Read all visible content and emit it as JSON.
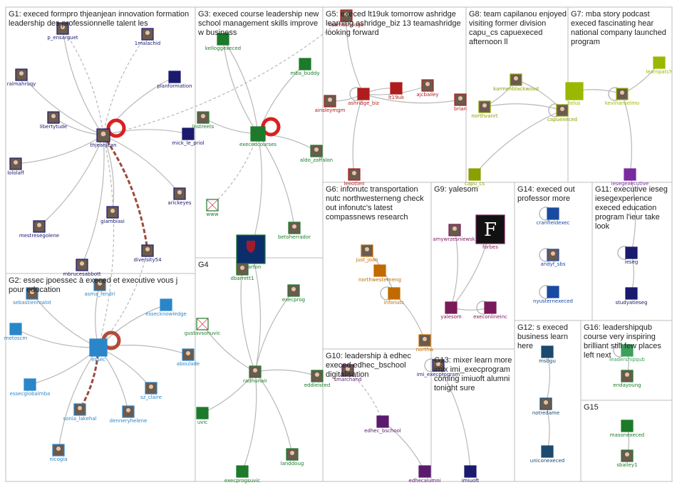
{
  "groups": [
    {
      "id": "G1",
      "title": "G1: execed formpro thjeanjean innovation formation leadership des professionnelle talent les"
    },
    {
      "id": "G2",
      "title": "G2: essec jpoessec à execed et executive vous j pour education"
    },
    {
      "id": "G3",
      "title": "G3: execed course leadership new school management skills improve w business"
    },
    {
      "id": "G4",
      "title": "G4"
    },
    {
      "id": "G5",
      "title": "G5: execed lt19uk tomorrow ashridge learning ashridge_biz 13 teamashridge looking forward"
    },
    {
      "id": "G6",
      "title": "G6: infonutc transportation nutc northwesterneng check out infonutc's latest compassnews research"
    },
    {
      "id": "G7",
      "title": "G7: mba story podcast execed fascinating hear national company launched program"
    },
    {
      "id": "G8",
      "title": "G8: team capilanou enjoyed visiting former division capu_cs capuexeced afternoon ll"
    },
    {
      "id": "G9",
      "title": "G9: yalesom"
    },
    {
      "id": "G10",
      "title": "G10: leadership à edhec execed edhec_bschool digitalisation"
    },
    {
      "id": "G11",
      "title": "G11: executive ieseg iesegexperience execed education program l'ieur take look"
    },
    {
      "id": "G12",
      "title": "G12: s execed business learn here"
    },
    {
      "id": "G13",
      "title": "G13: mixer learn more imix imi_execprogram coming imiuoft alumni tonight sure"
    },
    {
      "id": "G14",
      "title": "G14: execed out professor more"
    },
    {
      "id": "G15",
      "title": "G15"
    },
    {
      "id": "G16",
      "title": "G16: leadershipqub course very inspiring brilliant still few places left next"
    }
  ],
  "nodes": [
    {
      "id": "p_ensarguet",
      "label": "p_ensarguet",
      "color": "#1a1a6e",
      "icon": "avatar"
    },
    {
      "id": "1malachid",
      "label": "1malachid",
      "color": "#1a1a6e",
      "icon": "avatar"
    },
    {
      "id": "ralmahruqy",
      "label": "ralmahruqy",
      "color": "#1a1a6e",
      "icon": "avatar"
    },
    {
      "id": "planformation",
      "label": "planformation",
      "color": "#1a1a6e",
      "icon": "logo"
    },
    {
      "id": "libertytude",
      "label": "libertytude",
      "color": "#1a1a6e",
      "icon": "avatar"
    },
    {
      "id": "thjeanjean",
      "label": "thjeanjean",
      "color": "#1a1a6e",
      "icon": "avatar"
    },
    {
      "id": "mick_le_priol",
      "label": "mick_le_priol",
      "color": "#1a1a6e",
      "icon": "logo"
    },
    {
      "id": "lololaff",
      "label": "lololaff",
      "color": "#1a1a6e",
      "icon": "avatar"
    },
    {
      "id": "arickeyes",
      "label": "arickeyes",
      "color": "#1a1a6e",
      "icon": "avatar"
    },
    {
      "id": "giambiasi",
      "label": "giambiasi",
      "color": "#1a1a6e",
      "icon": "avatar"
    },
    {
      "id": "mestresegolene",
      "label": "mestresegolene",
      "color": "#1a1a6e",
      "icon": "avatar"
    },
    {
      "id": "diversity54",
      "label": "diversity54",
      "color": "#1a1a6e",
      "icon": "avatar"
    },
    {
      "id": "mbrucesabbott",
      "label": "mbrucesabbott",
      "color": "#1a1a6e",
      "icon": "avatar"
    },
    {
      "id": "asma_fendri",
      "label": "asma_fendri",
      "color": "#2b86c9",
      "icon": "avatar"
    },
    {
      "id": "sebastienmalot",
      "label": "sebastienmalot",
      "color": "#2b86c9",
      "icon": "avatar"
    },
    {
      "id": "essecknowledge",
      "label": "essecknowledge",
      "color": "#2b86c9",
      "icon": "logo"
    },
    {
      "id": "metoscm",
      "label": "metoscm",
      "color": "#2b86c9",
      "icon": "logo"
    },
    {
      "id": "essec",
      "label": "essec",
      "color": "#2b86c9",
      "icon": "logo"
    },
    {
      "id": "aboulade",
      "label": "aboulade",
      "color": "#2b86c9",
      "icon": "avatar"
    },
    {
      "id": "essecglobalmba",
      "label": "essecglobalmba",
      "color": "#2b86c9",
      "icon": "logo"
    },
    {
      "id": "sz_claire",
      "label": "sz_claire",
      "color": "#2b86c9",
      "icon": "avatar"
    },
    {
      "id": "sonia_lakehal",
      "label": "sonia_lakehal",
      "color": "#2b86c9",
      "icon": "avatar"
    },
    {
      "id": "dennerylene",
      "label": "denneryhelene",
      "color": "#2b86c9",
      "icon": "avatar"
    },
    {
      "id": "nicogia",
      "label": "nicogia",
      "color": "#2b86c9",
      "icon": "avatar"
    },
    {
      "id": "kelloggexeced",
      "label": "kelloggexeced",
      "color": "#1c7a2a",
      "icon": "logo"
    },
    {
      "id": "mba_buddy",
      "label": "mba_buddy",
      "color": "#1c7a2a",
      "icon": "logo"
    },
    {
      "id": "lnstreets",
      "label": "lnstreets",
      "color": "#1c7a2a",
      "icon": "avatar"
    },
    {
      "id": "execedcourses",
      "label": "execedcourses",
      "color": "#1c7a2a",
      "icon": "logo"
    },
    {
      "id": "aldo_zaffalon",
      "label": "aldo_zaffalon",
      "color": "#1c7a2a",
      "icon": "avatar"
    },
    {
      "id": "www",
      "label": "www",
      "color": "#1c7a2a",
      "icon": "missing"
    },
    {
      "id": "wharton",
      "label": "wharton",
      "color": "#1c7a2a",
      "icon": "wharton"
    },
    {
      "id": "betoherrador",
      "label": "betoherrador",
      "color": "#1c7a2a",
      "icon": "avatar"
    },
    {
      "id": "dbarrett1",
      "label": "dbarrett1",
      "color": "#1c7a2a",
      "icon": "avatar"
    },
    {
      "id": "execprog",
      "label": "execprog",
      "color": "#1c7a2a",
      "icon": "avatar"
    },
    {
      "id": "gustavsonuvic",
      "label": "gustavsonuvic",
      "color": "#1c7a2a",
      "icon": "missing"
    },
    {
      "id": "radhunair",
      "label": "radhunair",
      "color": "#1c7a2a",
      "icon": "avatar"
    },
    {
      "id": "uvic",
      "label": "uvic",
      "color": "#1c7a2a",
      "icon": "logo"
    },
    {
      "id": "landdoug",
      "label": "landdoug",
      "color": "#1c7a2a",
      "icon": "avatar"
    },
    {
      "id": "execprogsuvic",
      "label": "execprogsuvic",
      "color": "#1c7a2a",
      "icon": "logo"
    },
    {
      "id": "teamashridge",
      "label": "teamashridge",
      "color": "#b01c1c",
      "icon": "avatar"
    },
    {
      "id": "ainsleymgm",
      "label": "ainsleymgm",
      "color": "#b01c1c",
      "icon": "avatar"
    },
    {
      "id": "ashridge_biz",
      "label": "ashridge_biz",
      "color": "#b01c1c",
      "icon": "logo"
    },
    {
      "id": "lt19uk",
      "label": "lt19uk",
      "color": "#b01c1c",
      "icon": "logo"
    },
    {
      "id": "ajcbailey",
      "label": "ajcbailey",
      "color": "#b01c1c",
      "icon": "avatar"
    },
    {
      "id": "brian",
      "label": "brian",
      "color": "#b01c1c",
      "icon": "avatar"
    },
    {
      "id": "leeotten",
      "label": "leeotten",
      "color": "#b01c1c",
      "icon": "avatar"
    },
    {
      "id": "northwesterneng",
      "label": "northwesterneng",
      "color": "#c06a00",
      "icon": "logo"
    },
    {
      "id": "just_joan",
      "label": "just_joan",
      "color": "#c06a00",
      "icon": "avatar"
    },
    {
      "id": "infonutc",
      "label": "infonutc",
      "color": "#c06a00",
      "icon": "logo"
    },
    {
      "id": "northw",
      "label": "northw",
      "color": "#c06a00",
      "icon": "avatar"
    },
    {
      "id": "karmenblackwood",
      "label": "karmenblackwood",
      "color": "#8aa000",
      "icon": "avatar"
    },
    {
      "id": "northvanrt",
      "label": "northvanrt",
      "color": "#8aa000",
      "icon": "avatar"
    },
    {
      "id": "capuexeced",
      "label": "capuexeced",
      "color": "#8aa000",
      "icon": "avatar"
    },
    {
      "id": "capu_cs",
      "label": "capu_cs",
      "color": "#8aa000",
      "icon": "logo"
    },
    {
      "id": "learnpatch",
      "label": "learnpatch",
      "color": "#9ab800",
      "icon": "logo"
    },
    {
      "id": "telus",
      "label": "telus",
      "color": "#9ab800",
      "icon": "logo"
    },
    {
      "id": "kevinanselmo",
      "label": "kevinanselmo",
      "color": "#9ab800",
      "icon": "avatar"
    },
    {
      "id": "amywrzesniewski",
      "label": "amywrzesniewski",
      "color": "#7a1a5a",
      "icon": "avatar"
    },
    {
      "id": "forbes",
      "label": "forbes",
      "color": "#7a1a5a",
      "icon": "forbes"
    },
    {
      "id": "yalesom",
      "label": "yalesom",
      "color": "#7a1a5a",
      "icon": "logo"
    },
    {
      "id": "execonlineinc",
      "label": "execonlineinc",
      "color": "#7a1a5a",
      "icon": "logo"
    },
    {
      "id": "smarchand",
      "label": "smarchand",
      "color": "#5a1a6e",
      "icon": "avatar"
    },
    {
      "id": "edhec_bschool",
      "label": "edhec_bschool",
      "color": "#5a1a6e",
      "icon": "logo"
    },
    {
      "id": "edhecalumni",
      "label": "edhecalumni",
      "color": "#5a1a6e",
      "icon": "logo"
    },
    {
      "id": "eddieisted",
      "label": "eddieisted",
      "color": "#1c7a2a",
      "icon": "avatar"
    },
    {
      "id": "imi_execprogram",
      "label": "imi_execprogram",
      "color": "#1a1a6e",
      "icon": "avatar"
    },
    {
      "id": "imiuoft",
      "label": "imiuoft",
      "color": "#1a1a6e",
      "icon": "logo"
    },
    {
      "id": "cranfieldexec",
      "label": "cranfieldexec",
      "color": "#1a4aa0",
      "icon": "logo"
    },
    {
      "id": "andyf_sbs",
      "label": "andyf_sbs",
      "color": "#1a4aa0",
      "icon": "avatar"
    },
    {
      "id": "nyusternexeced",
      "label": "nyusternexeced",
      "color": "#1a4aa0",
      "icon": "logo"
    },
    {
      "id": "iesegexecutive",
      "label": "iesegexecutive",
      "color": "#7a2aa0",
      "icon": "logo"
    },
    {
      "id": "ieseg",
      "label": "ieseg",
      "color": "#1a1a6e",
      "icon": "logo"
    },
    {
      "id": "studyatieseg",
      "label": "studyatieseg",
      "color": "#1a1a6e",
      "icon": "logo"
    },
    {
      "id": "msbgu",
      "label": "msbgu",
      "color": "#1a4a6e",
      "icon": "logo"
    },
    {
      "id": "notredame",
      "label": "notredame",
      "color": "#1a4a6e",
      "icon": "avatar"
    },
    {
      "id": "uniconexeced",
      "label": "uniconexeced",
      "color": "#1a4a6e",
      "icon": "logo"
    },
    {
      "id": "leadershipqub",
      "label": "leadershipqub",
      "color": "#3aa05a",
      "icon": "logo"
    },
    {
      "id": "endayoung",
      "label": "endayoung",
      "color": "#1c7a2a",
      "icon": "avatar"
    },
    {
      "id": "masonexeced",
      "label": "masonexeced",
      "color": "#1c7a2a",
      "icon": "logo"
    },
    {
      "id": "sbailey1",
      "label": "sbailey1",
      "color": "#1c7a2a",
      "icon": "avatar"
    }
  ]
}
